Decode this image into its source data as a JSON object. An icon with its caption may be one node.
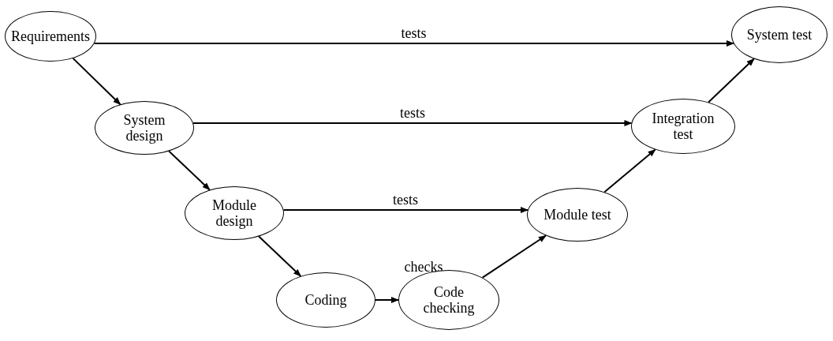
{
  "diagram": {
    "nodes": [
      {
        "text": [
          "Requirements"
        ]
      },
      {
        "text": [
          "System design"
        ]
      },
      {
        "text": [
          "Module design"
        ]
      },
      {
        "text": [
          "Coding"
        ]
      },
      {
        "text": [
          "Code checking"
        ]
      },
      {
        "text": [
          "Module test"
        ]
      },
      {
        "text": [
          "Integration test"
        ]
      },
      {
        "text": [
          "System test"
        ]
      }
    ],
    "edges": [
      {
        "from": 0,
        "to": 1,
        "arrow": "to"
      },
      {
        "from": 1,
        "to": 2,
        "arrow": "to"
      },
      {
        "from": 2,
        "to": 3,
        "arrow": "to"
      },
      {
        "from": 3,
        "to": 4,
        "arrow": "to",
        "label": "checks"
      },
      {
        "from": 4,
        "to": 5,
        "arrow": "to"
      },
      {
        "from": 5,
        "to": 6,
        "arrow": "to"
      },
      {
        "from": 6,
        "to": 7,
        "arrow": "to"
      },
      {
        "from": 0,
        "to": 7,
        "arrow": "to",
        "label": "tests"
      },
      {
        "from": 1,
        "to": 6,
        "arrow": "to",
        "label": "tests"
      },
      {
        "from": 2,
        "to": 5,
        "arrow": "to",
        "label": "tests"
      }
    ]
  }
}
